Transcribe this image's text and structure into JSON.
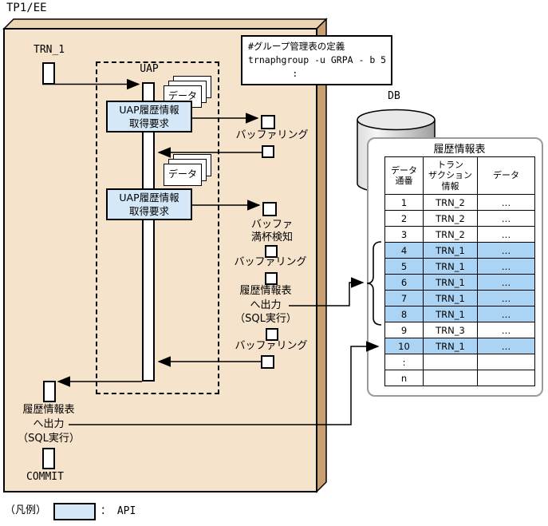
{
  "diagram": {
    "system_label": "TP1/EE",
    "trn1_label": "TRN_1",
    "uap_label": "UAP",
    "data_papers_label": "データ",
    "api_request_box1": "UAP履歴情報\n取得要求",
    "api_request_box2": "UAP履歴情報\n取得要求",
    "step_buffering1": "バッファリング",
    "step_buffer_full": "バッファ\n満杯検知",
    "step_buffering2": "バッファリング",
    "step_output_mid": "履歴情報表\nへ出力\n（SQL実行）",
    "step_buffering3": "バッファリング",
    "step_output_bottom": "履歴情報表\nへ出力\n（SQL実行）",
    "commit_label": "COMMIT",
    "db_label": "DB",
    "note_box": {
      "text": "#グループ管理表の定義\ntrnaphgroup -u GRPA - b 5\n        :"
    }
  },
  "table": {
    "title": "履歴情報表",
    "columns": [
      "データ\n通番",
      "トラン\nザクション\n情報",
      "データ"
    ],
    "rows": [
      {
        "seq": "1",
        "trn": "TRN_2",
        "data": "…",
        "highlight": false
      },
      {
        "seq": "2",
        "trn": "TRN_2",
        "data": "…",
        "highlight": false
      },
      {
        "seq": "3",
        "trn": "TRN_2",
        "data": "…",
        "highlight": false
      },
      {
        "seq": "4",
        "trn": "TRN_1",
        "data": "…",
        "highlight": true
      },
      {
        "seq": "5",
        "trn": "TRN_1",
        "data": "…",
        "highlight": true
      },
      {
        "seq": "6",
        "trn": "TRN_1",
        "data": "…",
        "highlight": true
      },
      {
        "seq": "7",
        "trn": "TRN_1",
        "data": "…",
        "highlight": true
      },
      {
        "seq": "8",
        "trn": "TRN_1",
        "data": "…",
        "highlight": true
      },
      {
        "seq": "9",
        "trn": "TRN_3",
        "data": "…",
        "highlight": false
      },
      {
        "seq": "10",
        "trn": "TRN_1",
        "data": "…",
        "highlight": true
      },
      {
        "seq": ":",
        "trn": "",
        "data": "",
        "highlight": false
      },
      {
        "seq": "n",
        "trn": "",
        "data": "",
        "highlight": false
      }
    ]
  },
  "legend": {
    "prefix": "（凡例）",
    "api_label": "： API"
  },
  "colors": {
    "slab_front": "#f5e3cc",
    "slab_top": "#ecd5b2",
    "slab_side": "#c99f72",
    "api_fill": "#d4e8f8",
    "row_hl": "#abd3f4",
    "container_border": "#9a9a9a"
  }
}
